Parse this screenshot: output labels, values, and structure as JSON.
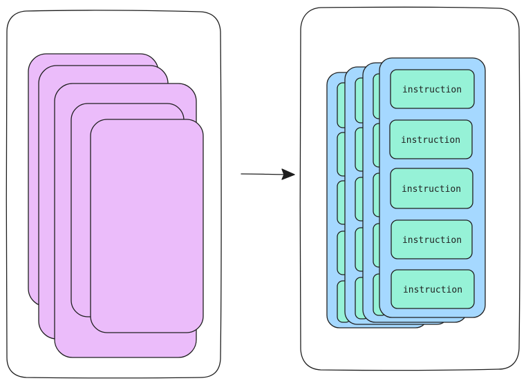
{
  "colors": {
    "stroke": "#1e1e1e",
    "panel_fill": "#ffffff",
    "card_fill": "#ebbcfa",
    "stack_fill": "#a5d8ff",
    "instruction_fill": "#96f2d7"
  },
  "instructions": {
    "labels": [
      "instruction",
      "instruction",
      "instruction",
      "instruction",
      "instruction"
    ]
  }
}
